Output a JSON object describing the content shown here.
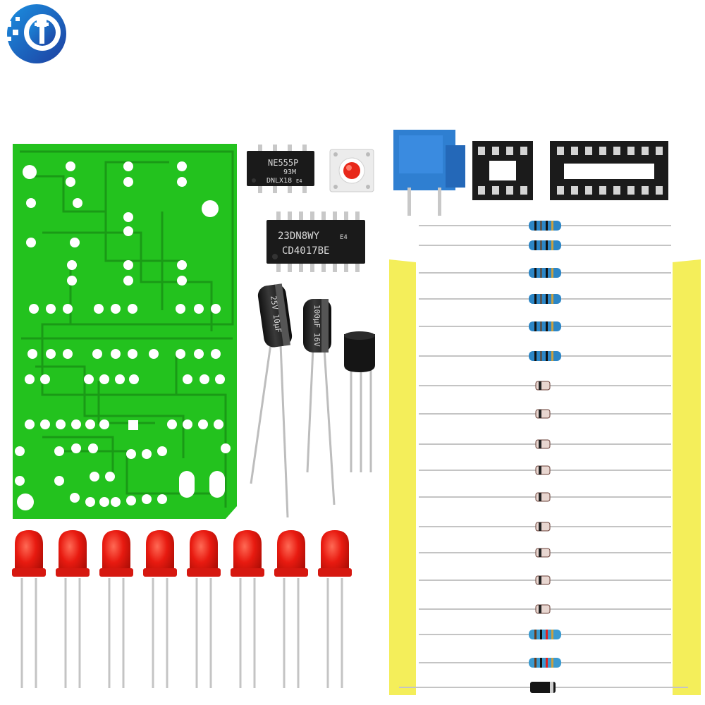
{
  "logo": {
    "name": "brand-logo-icon"
  },
  "ic_ne555": {
    "line1": "NE555P",
    "line2": "93M",
    "line3": "DNLX18",
    "mark": "E4"
  },
  "ic_cd4017": {
    "line1": "23DN8WY",
    "mark": "E4",
    "line2": "CD4017BE"
  },
  "cap_small": {
    "text": "25V  10μF"
  },
  "cap_large": {
    "text": "100μF  16V"
  },
  "colors": {
    "pcb": "#23c21e",
    "pcb_trace": "#1a9a16",
    "led": "#e81a10",
    "tape": "#f4ee5a",
    "resistor_blue": "#2c86c6",
    "trimmer_blue": "#2f7fd1",
    "socket": "#1b1b1b"
  },
  "component_counts": {
    "leds": 8,
    "tape_leads": 17
  }
}
